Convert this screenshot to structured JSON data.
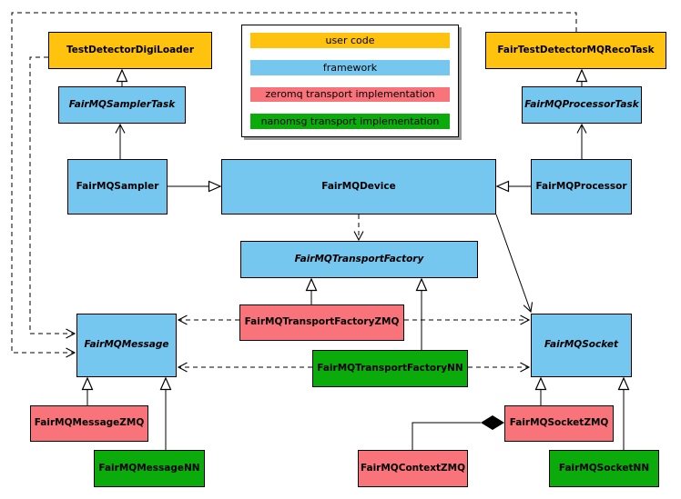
{
  "colors": {
    "user_code": "#FFC20E",
    "framework": "#76C7F0",
    "zeromq": "#F9737B",
    "nanomsg": "#0CAB0C",
    "border": "#000000",
    "canvas": "#FFFFFF",
    "legend_shadow": "#999999"
  },
  "legend": {
    "items": [
      {
        "label": "user code",
        "category": "user_code"
      },
      {
        "label": "framework",
        "category": "framework"
      },
      {
        "label": "zeromq transport implementation",
        "category": "zeromq"
      },
      {
        "label": "nanomsg transport implementation",
        "category": "nanomsg"
      }
    ]
  },
  "nodes": {
    "test_detector_digi_loader": {
      "label": "TestDetectorDigiLoader",
      "category": "user_code",
      "abstract": false
    },
    "fair_test_detector_mq_reco_task": {
      "label": "FairTestDetectorMQRecoTask",
      "category": "user_code",
      "abstract": false
    },
    "fairmq_sampler_task": {
      "label": "FairMQSamplerTask",
      "category": "framework",
      "abstract": true
    },
    "fairmq_processor_task": {
      "label": "FairMQProcessorTask",
      "category": "framework",
      "abstract": true
    },
    "fairmq_sampler": {
      "label": "FairMQSampler",
      "category": "framework",
      "abstract": false
    },
    "fairmq_device": {
      "label": "FairMQDevice",
      "category": "framework",
      "abstract": false
    },
    "fairmq_processor": {
      "label": "FairMQProcessor",
      "category": "framework",
      "abstract": false
    },
    "fairmq_transport_factory": {
      "label": "FairMQTransportFactory",
      "category": "framework",
      "abstract": true
    },
    "fairmq_transport_factory_zmq": {
      "label": "FairMQTransportFactoryZMQ",
      "category": "zeromq",
      "abstract": false
    },
    "fairmq_transport_factory_nn": {
      "label": "FairMQTransportFactoryNN",
      "category": "nanomsg",
      "abstract": false
    },
    "fairmq_message": {
      "label": "FairMQMessage",
      "category": "framework",
      "abstract": true
    },
    "fairmq_message_zmq": {
      "label": "FairMQMessageZMQ",
      "category": "zeromq",
      "abstract": false
    },
    "fairmq_message_nn": {
      "label": "FairMQMessageNN",
      "category": "nanomsg",
      "abstract": false
    },
    "fairmq_socket": {
      "label": "FairMQSocket",
      "category": "framework",
      "abstract": true
    },
    "fairmq_socket_zmq": {
      "label": "FairMQSocketZMQ",
      "category": "zeromq",
      "abstract": false
    },
    "fairmq_socket_nn": {
      "label": "FairMQSocketNN",
      "category": "nanomsg",
      "abstract": false
    },
    "fairmq_context_zmq": {
      "label": "FairMQContextZMQ",
      "category": "zeromq",
      "abstract": false
    }
  },
  "edges": [
    {
      "from": "FairMQSampler",
      "to": "FairMQSamplerTask",
      "style": "solid",
      "head": "open-arrow"
    },
    {
      "from": "FairMQSamplerTask",
      "to": "TestDetectorDigiLoader",
      "style": "solid",
      "head": "triangle"
    },
    {
      "from": "FairMQProcessor",
      "to": "FairMQProcessorTask",
      "style": "solid",
      "head": "open-arrow"
    },
    {
      "from": "FairMQProcessorTask",
      "to": "FairTestDetectorMQRecoTask",
      "style": "solid",
      "head": "triangle"
    },
    {
      "from": "FairMQSampler",
      "to": "FairMQDevice",
      "style": "solid",
      "head": "triangle"
    },
    {
      "from": "FairMQProcessor",
      "to": "FairMQDevice",
      "style": "solid",
      "head": "triangle"
    },
    {
      "from": "FairMQDevice",
      "to": "FairMQTransportFactory",
      "style": "dashed",
      "head": "open-arrow"
    },
    {
      "from": "FairMQDevice",
      "to": "FairMQSocket",
      "style": "solid",
      "head": "open-arrow"
    },
    {
      "from": "FairMQTransportFactoryZMQ",
      "to": "FairMQTransportFactory",
      "style": "solid",
      "head": "triangle"
    },
    {
      "from": "FairMQTransportFactoryNN",
      "to": "FairMQTransportFactory",
      "style": "solid",
      "head": "triangle"
    },
    {
      "from": "FairMQMessageZMQ",
      "to": "FairMQMessage",
      "style": "solid",
      "head": "triangle"
    },
    {
      "from": "FairMQMessageNN",
      "to": "FairMQMessage",
      "style": "solid",
      "head": "triangle"
    },
    {
      "from": "FairMQSocketZMQ",
      "to": "FairMQSocket",
      "style": "solid",
      "head": "triangle"
    },
    {
      "from": "FairMQSocketNN",
      "to": "FairMQSocket",
      "style": "solid",
      "head": "triangle"
    },
    {
      "from": "FairTestDetectorMQRecoTask",
      "to": "FairMQMessage",
      "style": "dashed",
      "head": "open-arrow"
    },
    {
      "from": "TestDetectorDigiLoader",
      "to": "FairMQMessage",
      "style": "dashed",
      "head": "open-arrow"
    },
    {
      "from": "FairMQTransportFactoryZMQ",
      "to": "FairMQMessage",
      "style": "dashed",
      "head": "open-arrow"
    },
    {
      "from": "FairMQTransportFactoryNN",
      "to": "FairMQMessage",
      "style": "dashed",
      "head": "open-arrow"
    },
    {
      "from": "FairMQTransportFactoryZMQ",
      "to": "FairMQSocket",
      "style": "dashed",
      "head": "open-arrow"
    },
    {
      "from": "FairMQTransportFactoryNN",
      "to": "FairMQSocket",
      "style": "dashed",
      "head": "open-arrow"
    },
    {
      "from": "FairMQContextZMQ",
      "to": "FairMQSocketZMQ",
      "style": "solid",
      "head": "filled-diamond"
    }
  ]
}
